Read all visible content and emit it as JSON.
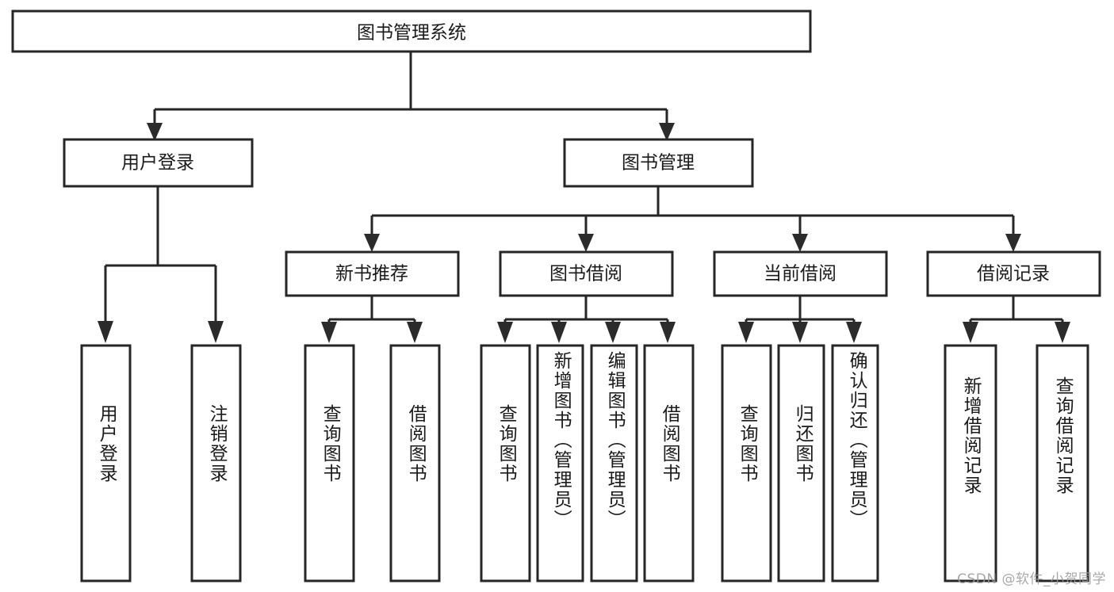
{
  "diagram": {
    "type": "tree-hierarchy",
    "title": "图书管理系统",
    "orientation": "top-down",
    "colors": {
      "box_fill": "#ffffff",
      "box_stroke": "#262626",
      "text": "#1a1a1a",
      "background": "#ffffff",
      "watermark": "#9a9a9a"
    },
    "levels": {
      "root": "图书管理系统",
      "level2": [
        "用户登录",
        "图书管理"
      ],
      "level3": [
        "新书推荐",
        "图书借阅",
        "当前借阅",
        "借阅记录"
      ]
    }
  },
  "nodes": {
    "root": {
      "label": "图书管理系统",
      "orientation": "horizontal"
    },
    "user_login": {
      "label": "用户登录",
      "orientation": "horizontal"
    },
    "book_manage": {
      "label": "图书管理",
      "orientation": "horizontal"
    },
    "new_book_rec": {
      "label": "新书推荐",
      "orientation": "horizontal"
    },
    "book_borrow": {
      "label": "图书借阅",
      "orientation": "horizontal"
    },
    "current_borrow": {
      "label": "当前借阅",
      "orientation": "horizontal"
    },
    "borrow_record": {
      "label": "借阅记录",
      "orientation": "horizontal"
    }
  },
  "leaves": {
    "user_login_children": [
      {
        "id": "leaf-user-login",
        "label": "用户登录"
      },
      {
        "id": "leaf-logout",
        "label": "注销登录"
      }
    ],
    "new_book_rec_children": [
      {
        "id": "leaf-query-book-1",
        "label": "查询图书"
      },
      {
        "id": "leaf-borrow-book-1",
        "label": "借阅图书"
      }
    ],
    "book_borrow_children": [
      {
        "id": "leaf-query-book-2",
        "label": "查询图书"
      },
      {
        "id": "leaf-add-book",
        "label": "新增图书（管理员）"
      },
      {
        "id": "leaf-edit-book",
        "label": "编辑图书（管理员）"
      },
      {
        "id": "leaf-borrow-book-2",
        "label": "借阅图书"
      }
    ],
    "current_borrow_children": [
      {
        "id": "leaf-query-book-3",
        "label": "查询图书"
      },
      {
        "id": "leaf-return-book",
        "label": "归还图书"
      },
      {
        "id": "leaf-confirm-return",
        "label": "确认归还（管理员）"
      }
    ],
    "borrow_record_children": [
      {
        "id": "leaf-add-record",
        "label": "新增借阅记录"
      },
      {
        "id": "leaf-query-record",
        "label": "查询借阅记录"
      }
    ]
  },
  "watermark": {
    "text": "CSDN @软件_小贺同学"
  }
}
